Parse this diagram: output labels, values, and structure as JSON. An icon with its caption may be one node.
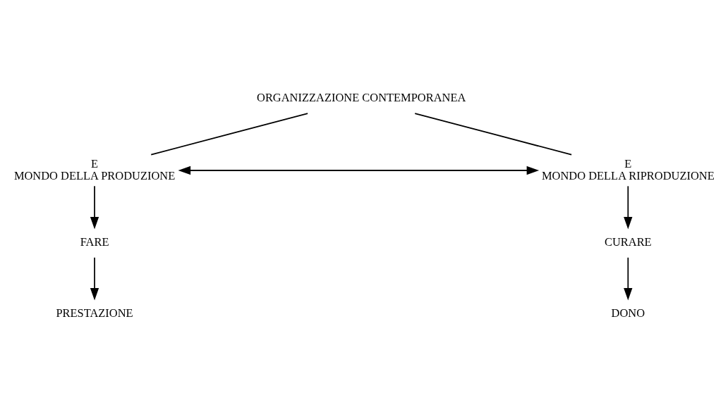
{
  "diagram": {
    "nodes": [
      {
        "text": [
          "ORGANIZZAZIONE CONTEMPORANEA"
        ]
      },
      {
        "text": [
          "E",
          "MONDO DELLA PRODUZIONE"
        ]
      },
      {
        "text": [
          "E",
          "MONDO DELLA RIPRODUZIONE"
        ]
      },
      {
        "text": [
          "FARE"
        ]
      },
      {
        "text": [
          "CURARE"
        ]
      },
      {
        "text": [
          "PRESTAZIONE"
        ]
      },
      {
        "text": [
          "DONO"
        ]
      }
    ],
    "edges": [
      {
        "from": 0,
        "to": 1,
        "arrow": "none"
      },
      {
        "from": 0,
        "to": 2,
        "arrow": "none"
      },
      {
        "from": 1,
        "to": 2,
        "arrow": "both"
      },
      {
        "from": 1,
        "to": 3,
        "arrow": "to"
      },
      {
        "from": 3,
        "to": 5,
        "arrow": "to"
      },
      {
        "from": 2,
        "to": 4,
        "arrow": "to"
      },
      {
        "from": 4,
        "to": 6,
        "arrow": "to"
      }
    ]
  }
}
